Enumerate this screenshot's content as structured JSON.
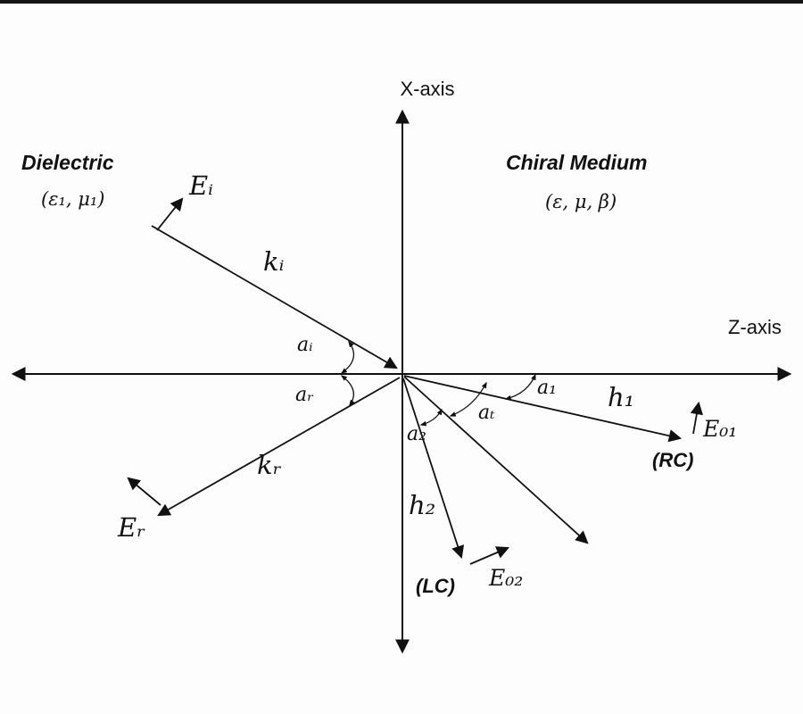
{
  "diagram": {
    "axes": {
      "x_label": "X-axis",
      "z_label": "Z-axis"
    },
    "regions": {
      "left": {
        "title": "Dielectric",
        "params": "(ε₁, μ₁)"
      },
      "right": {
        "title": "Chiral Medium",
        "params": "(ε, μ, β)"
      }
    },
    "vectors": {
      "incident_field": "Eᵢ",
      "incident_wave": "kᵢ",
      "reflected_wave": "kᵣ",
      "reflected_field": "Eᵣ",
      "rc_wave": "h₁",
      "rc_field": "E₀₁",
      "rc_tag": "(RC)",
      "lc_wave": "h₂",
      "lc_field": "E₀₂",
      "lc_tag": "(LC)"
    },
    "angles": {
      "incidence": "aᵢ",
      "reflection": "aᵣ",
      "rc_angle": "a₁",
      "transmission": "aₜ",
      "lc_angle": "a₂"
    },
    "colors": {
      "ink": "#111111",
      "background": "#fdfdfd"
    }
  }
}
